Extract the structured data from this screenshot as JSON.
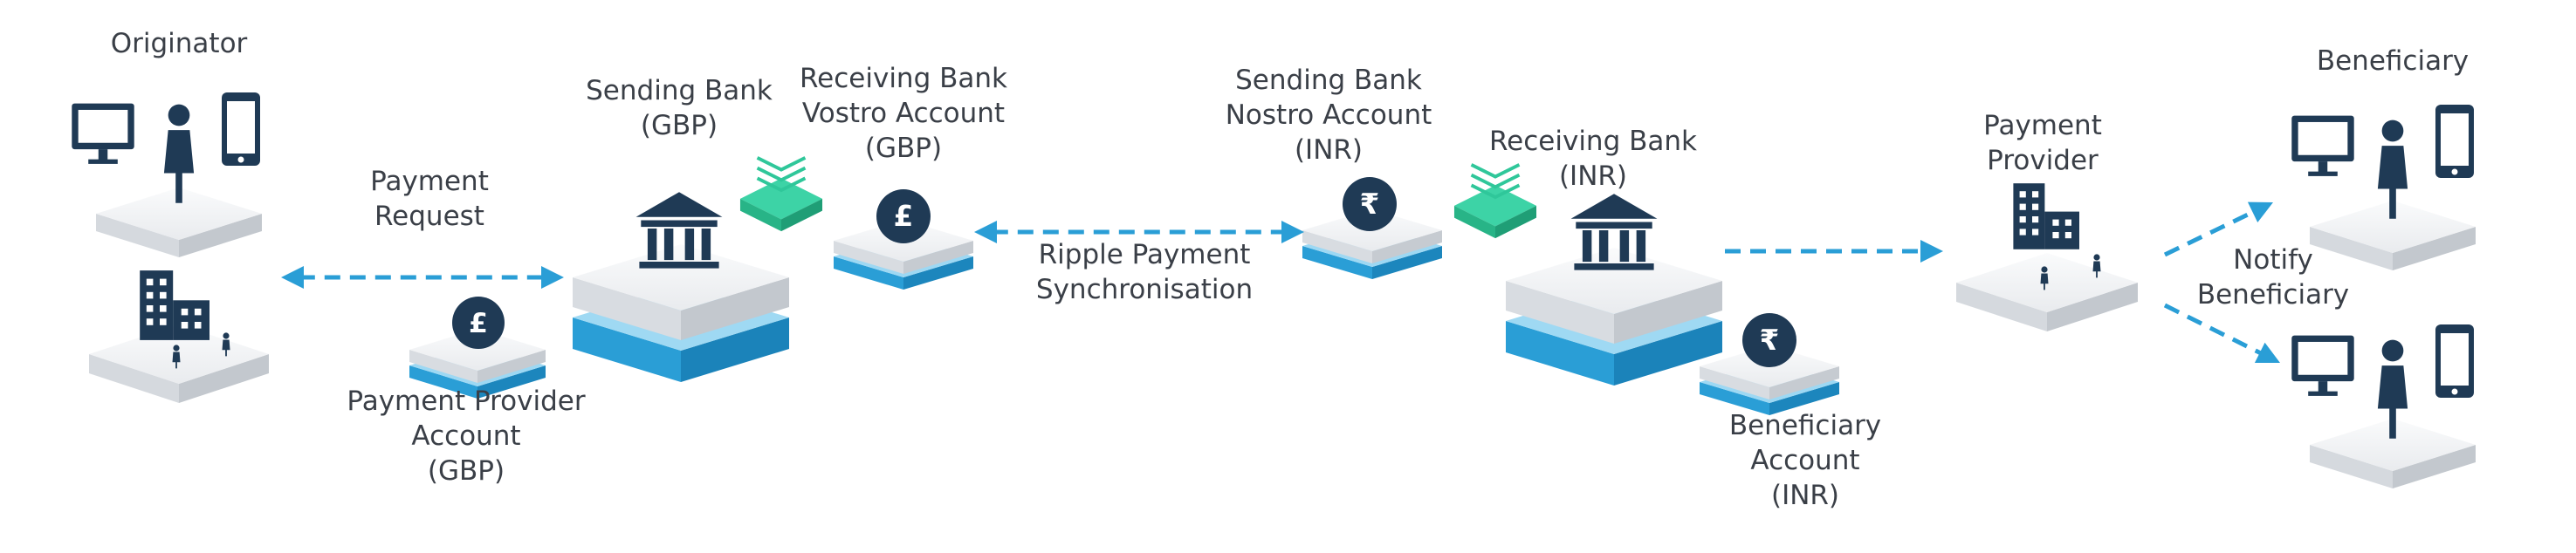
{
  "labels": {
    "originator": [
      "Originator"
    ],
    "payment_request": [
      "Payment",
      "Request"
    ],
    "pp_account": [
      "Payment Provider",
      "Account",
      "(GBP)"
    ],
    "sending_bank": [
      "Sending  Bank",
      "(GBP)"
    ],
    "receiving_vostro": [
      "Receiving Bank",
      "Vostro Account",
      "(GBP)"
    ],
    "ripple_sync": [
      "Ripple Payment",
      "Synchronisation"
    ],
    "sending_nostro": [
      "Sending Bank",
      "Nostro Account",
      "(INR)"
    ],
    "receiving_bank": [
      "Receiving  Bank",
      "(INR)"
    ],
    "beneficiary_account": [
      "Beneficiary",
      "Account",
      "(INR)"
    ],
    "payment_provider": [
      "Payment",
      "Provider"
    ],
    "notify_beneficiary": [
      "Notify",
      "Beneficiary"
    ],
    "beneficiary": [
      "Beneficiary"
    ]
  },
  "currency_symbols": {
    "gbp": "£",
    "inr": "₹"
  },
  "colors": {
    "navy": "#1f3a55",
    "blue": "#2a9ed6",
    "light_blue": "#7fcdf0",
    "green": "#2fc79a",
    "grey_top": "#f2f3f5",
    "grey_side": "#cfd3d8",
    "text": "#3a3f47"
  },
  "icons": {
    "bank": "bank-icon",
    "currency_coin": "currency-coin-icon",
    "monitor": "monitor-icon",
    "phone": "phone-icon",
    "person": "person-icon",
    "office_building": "office-building-icon",
    "ledger_stack": "ledger-stack-icon",
    "arrow": "arrow-icon"
  }
}
